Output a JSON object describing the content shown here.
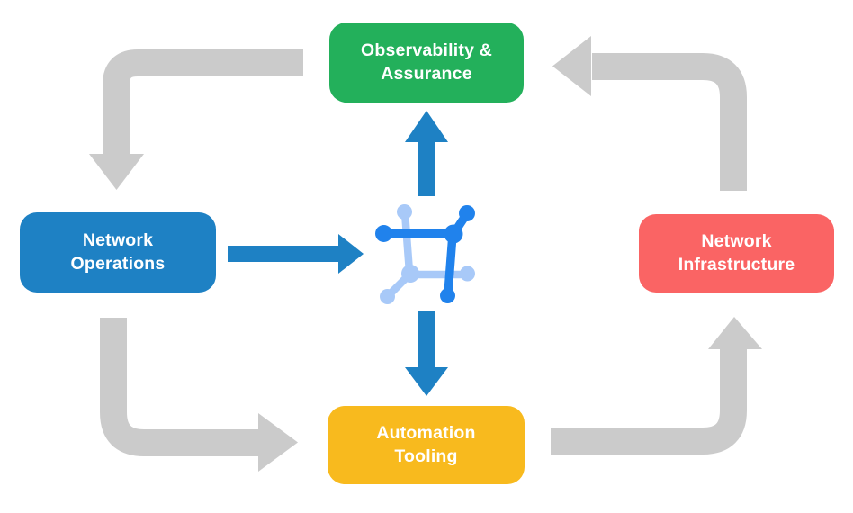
{
  "nodes": {
    "observability": {
      "lines": [
        "Observability &",
        "Assurance"
      ],
      "color": "#23B05B"
    },
    "operations": {
      "lines": [
        "Network",
        "Operations"
      ],
      "color": "#1E81C4"
    },
    "infrastructure": {
      "lines": [
        "Network",
        "Infrastructure"
      ],
      "color": "#FA6464"
    },
    "automation": {
      "lines": [
        "Automation",
        "Tooling"
      ],
      "color": "#F8BA1E"
    }
  },
  "center_icon": {
    "name": "network-hub-icon",
    "dark_blue": "#2082EC",
    "light_blue": "#A8C9F8"
  },
  "arrows": {
    "outer_color": "#CBCBCB",
    "inner_color": "#1E81C4",
    "outer_cycle": [
      "Observability & Assurance -> Network Operations",
      "Network Operations -> Automation Tooling",
      "Automation Tooling -> Network Infrastructure",
      "Network Infrastructure -> Observability & Assurance"
    ],
    "inner_links": [
      "Network Operations -> hub",
      "hub -> Observability & Assurance",
      "hub -> Automation Tooling"
    ]
  },
  "colors": {
    "background": "#FFFFFF",
    "text": "#FFFFFF"
  }
}
